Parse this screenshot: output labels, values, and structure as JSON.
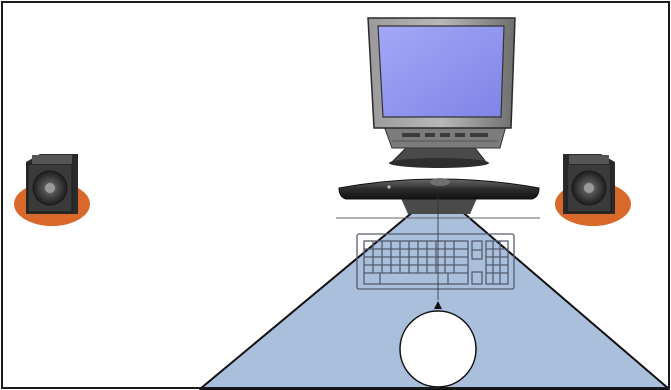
{
  "scene": {
    "objects": [
      {
        "name": "left-speaker",
        "icon": "speaker-icon"
      },
      {
        "name": "right-speaker",
        "icon": "speaker-icon"
      },
      {
        "name": "crt-monitor",
        "icon": "monitor-icon"
      },
      {
        "name": "microphone-array-bar",
        "icon": "microphone-array-icon"
      },
      {
        "name": "keyboard",
        "icon": "keyboard-icon"
      },
      {
        "name": "user-position",
        "icon": "user-circle-icon"
      }
    ],
    "colors": {
      "frame": "#1a1a1a",
      "pickup_zone_fill": "#a9bfdc",
      "pickup_zone_stroke": "#111111",
      "speaker_pad": "#d9692a",
      "monitor_screen": "#8c91ef",
      "monitor_body": "#8a8a8a",
      "speaker_body": "#3a3a3a",
      "keyboard_line": "#555c6e",
      "user_circle": "#ffffff"
    }
  }
}
